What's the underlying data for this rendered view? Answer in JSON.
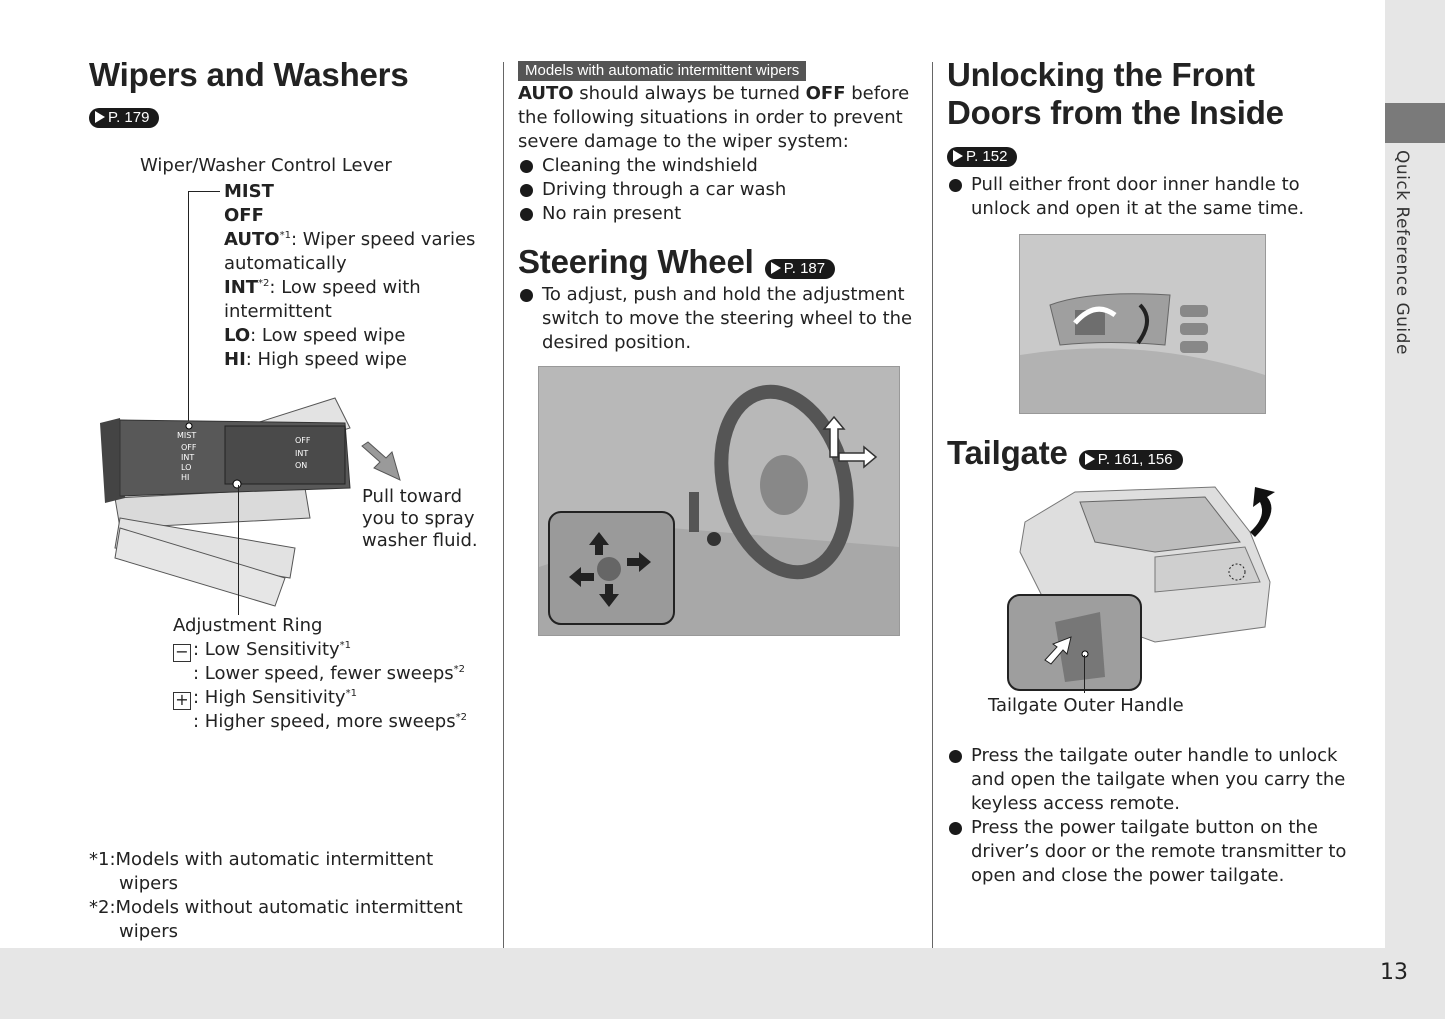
{
  "wipers": {
    "title": "Wipers and Washers",
    "ref": "P. 179",
    "lever_label": "Wiper/Washer Control Lever",
    "settings": {
      "mist": "MIST",
      "off": "OFF",
      "auto_key": "AUTO",
      "auto_sup": "*1",
      "auto_desc": ": Wiper speed varies",
      "auto_desc2": "automatically",
      "int_key": "INT",
      "int_sup": "*2",
      "int_desc": ": Low speed with",
      "int_desc2": "intermittent",
      "lo_key": "LO",
      "lo_desc": ": Low speed wipe",
      "hi_key": "HI",
      "hi_desc": ": High speed wipe"
    },
    "pull_text": [
      "Pull toward",
      "you to spray",
      "washer fluid."
    ],
    "adjustment": {
      "label": "Adjustment Ring",
      "minus_symbol": "−",
      "minus_label": ": Low Sensitivity",
      "minus_sup": "*1",
      "minus_desc": ": Lower speed, fewer sweeps",
      "minus_desc_sup": "*2",
      "plus_symbol": "+",
      "plus_label": ": High Sensitivity",
      "plus_sup": "*1",
      "plus_desc": ": Higher speed, more sweeps",
      "plus_desc_sup": "*2"
    },
    "footnotes": [
      {
        "mark": "*1:",
        "line1": "Models with automatic intermittent",
        "line2": "wipers"
      },
      {
        "mark": "*2:",
        "line1": "Models without automatic intermittent",
        "line2": "wipers"
      }
    ]
  },
  "auto_notice": {
    "tag": "Models with automatic intermittent wipers",
    "auto": "AUTO",
    "text1": " should always be turned ",
    "off": "OFF",
    "text2": " before",
    "line2": "the following situations in order to prevent",
    "line3": "severe damage to the wiper system:",
    "bullets": [
      "Cleaning the windshield",
      "Driving through a car wash",
      "No rain present"
    ]
  },
  "steering": {
    "title": "Steering Wheel",
    "ref": "P. 187",
    "bullet_lines": [
      "To adjust, push and hold the adjustment",
      "switch to move the steering wheel to the",
      "desired position."
    ]
  },
  "unlocking": {
    "title_line1": "Unlocking the Front",
    "title_line2": "Doors from the Inside",
    "ref": "P. 152",
    "bullet_lines": [
      "Pull either front door inner handle to",
      "unlock and open it at the same time."
    ]
  },
  "tailgate": {
    "title": "Tailgate",
    "ref": "P. 161, 156",
    "handle_label": "Tailgate Outer Handle",
    "bullet1": [
      "Press the tailgate outer handle to unlock",
      "and open the tailgate when you carry the",
      "keyless access remote."
    ],
    "bullet2": [
      "Press the power tailgate button on the",
      "driver’s door or the remote transmitter to",
      "open and close the power tailgate."
    ]
  },
  "side_tab": "Quick Reference Guide",
  "page_number": "13",
  "colors": {
    "tab_dark": "#7a7a7a",
    "tab_light": "#e6e6e6",
    "ref_pill": "#1a1a1a",
    "tag_bg": "#555555"
  }
}
